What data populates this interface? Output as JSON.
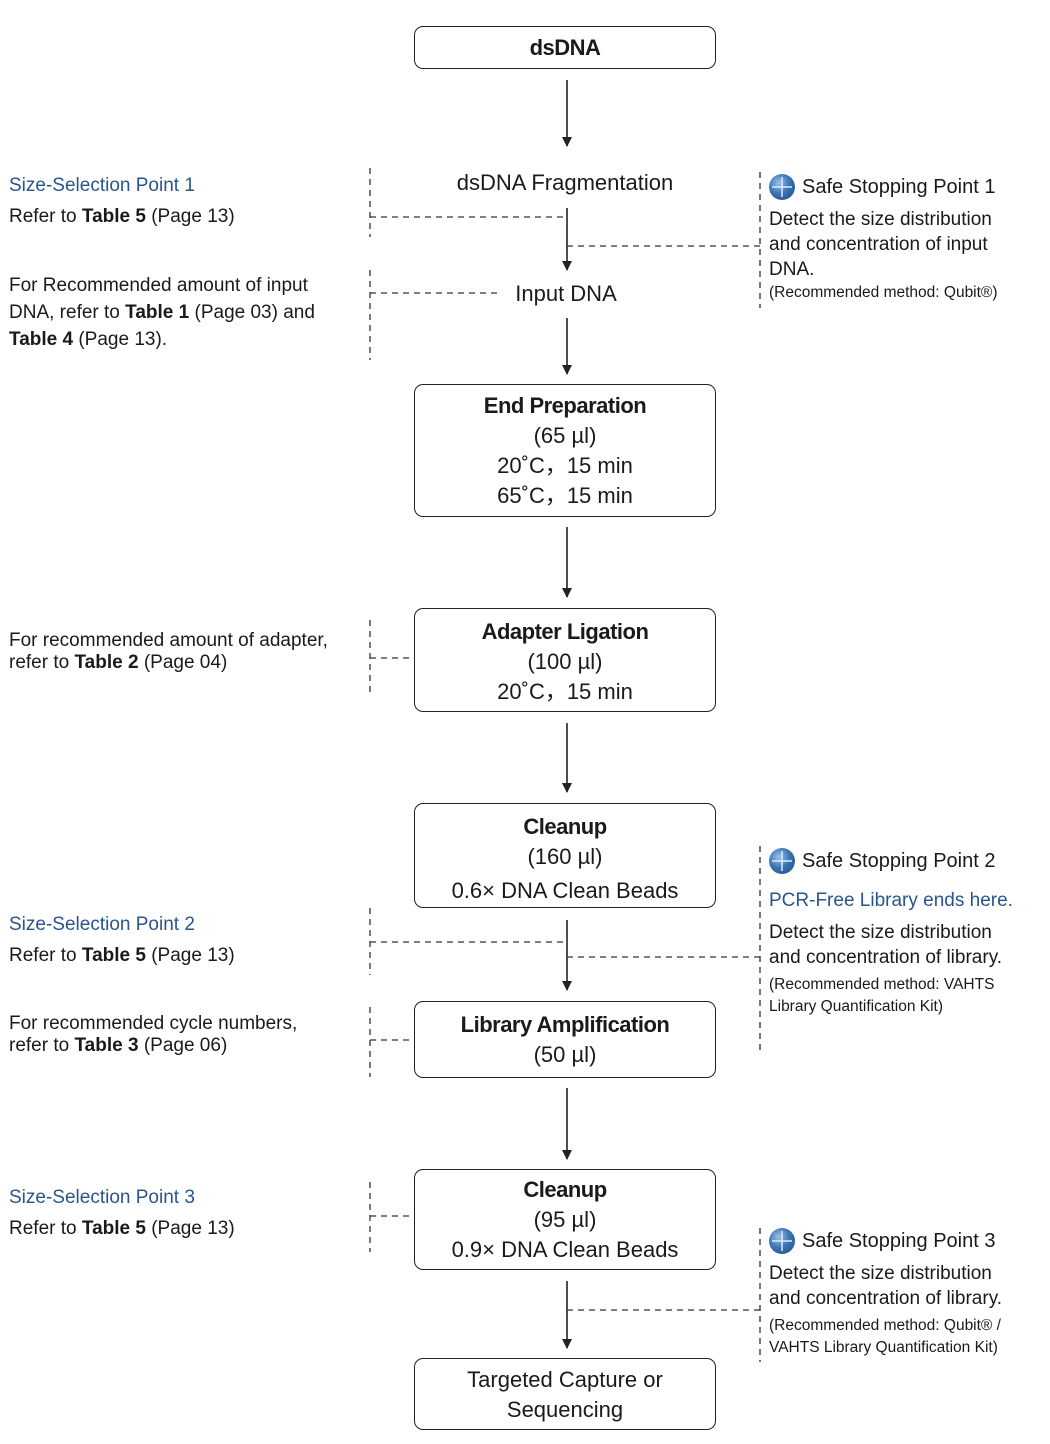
{
  "steps": {
    "dsdna": "dsDNA",
    "fragmentation": "dsDNA Fragmentation",
    "input_dna": "Input DNA",
    "end_prep": {
      "title": "End Preparation",
      "lines": [
        "(65 µl)",
        "20˚C，15 min",
        "65˚C，15 min"
      ]
    },
    "ligation": {
      "title": "Adapter Ligation",
      "lines": [
        "(100 µl)",
        "20˚C，15 min"
      ]
    },
    "cleanup1": {
      "title": "Cleanup",
      "lines": [
        "(160 µl)",
        "0.6× DNA Clean Beads"
      ]
    },
    "amplification": {
      "title": "Library Amplification",
      "lines": [
        "(50 µl)"
      ]
    },
    "cleanup2": {
      "title": "Cleanup",
      "lines": [
        "(95 µl)",
        "0.9× DNA Clean Beads"
      ]
    },
    "final": {
      "lines": [
        "Targeted Capture or",
        "Sequencing"
      ]
    }
  },
  "left_notes": {
    "ssp1": {
      "title": "Size-Selection Point 1",
      "pre": "Refer to ",
      "bold": "Table 5",
      "post": " (Page 13)"
    },
    "input": {
      "l1": "For Recommended amount of input",
      "l2_pre": "DNA, refer to ",
      "l2_bold": "Table 1",
      "l2_post": " (Page 03) and",
      "l3_bold": "Table 4",
      "l3_post": " (Page 13)."
    },
    "adapter": {
      "l1": "For recommended amount of adapter,",
      "l2_pre": "refer to ",
      "l2_bold": "Table 2",
      "l2_post": " (Page 04)"
    },
    "ssp2": {
      "title": "Size-Selection Point 2",
      "pre": "Refer to ",
      "bold": "Table 5",
      "post": " (Page 13)"
    },
    "cycles": {
      "l1": "For recommended cycle numbers,",
      "l2_pre": "refer to ",
      "l2_bold": "Table 3",
      "l2_post": " (Page 06)"
    },
    "ssp3": {
      "title": "Size-Selection Point 3",
      "pre": "Refer to ",
      "bold": "Table 5",
      "post": " (Page 13)"
    }
  },
  "right_notes": {
    "stop1": {
      "title": "Safe Stopping Point 1",
      "lines": [
        "Detect the size distribution",
        "and concentration of input",
        "DNA."
      ],
      "method": "(Recommended method: Qubit®)"
    },
    "stop2": {
      "title": "Safe Stopping Point 2",
      "highlight": "PCR-Free Library ends here.",
      "lines": [
        "Detect the size distribution",
        "and concentration of library."
      ],
      "method_lines": [
        "(Recommended method: VAHTS",
        "Library Quantification Kit)"
      ]
    },
    "stop3": {
      "title": "Safe Stopping Point 3",
      "lines": [
        "Detect the size distribution",
        "and concentration of library."
      ],
      "method_lines": [
        "(Recommended method: Qubit® /",
        "VAHTS Library Quantification Kit)"
      ]
    }
  },
  "colors": {
    "accent_blue": "#2a558c",
    "line": "#222222",
    "globe": "#3c74b4"
  },
  "icons": {
    "stop": "globe-icon"
  }
}
